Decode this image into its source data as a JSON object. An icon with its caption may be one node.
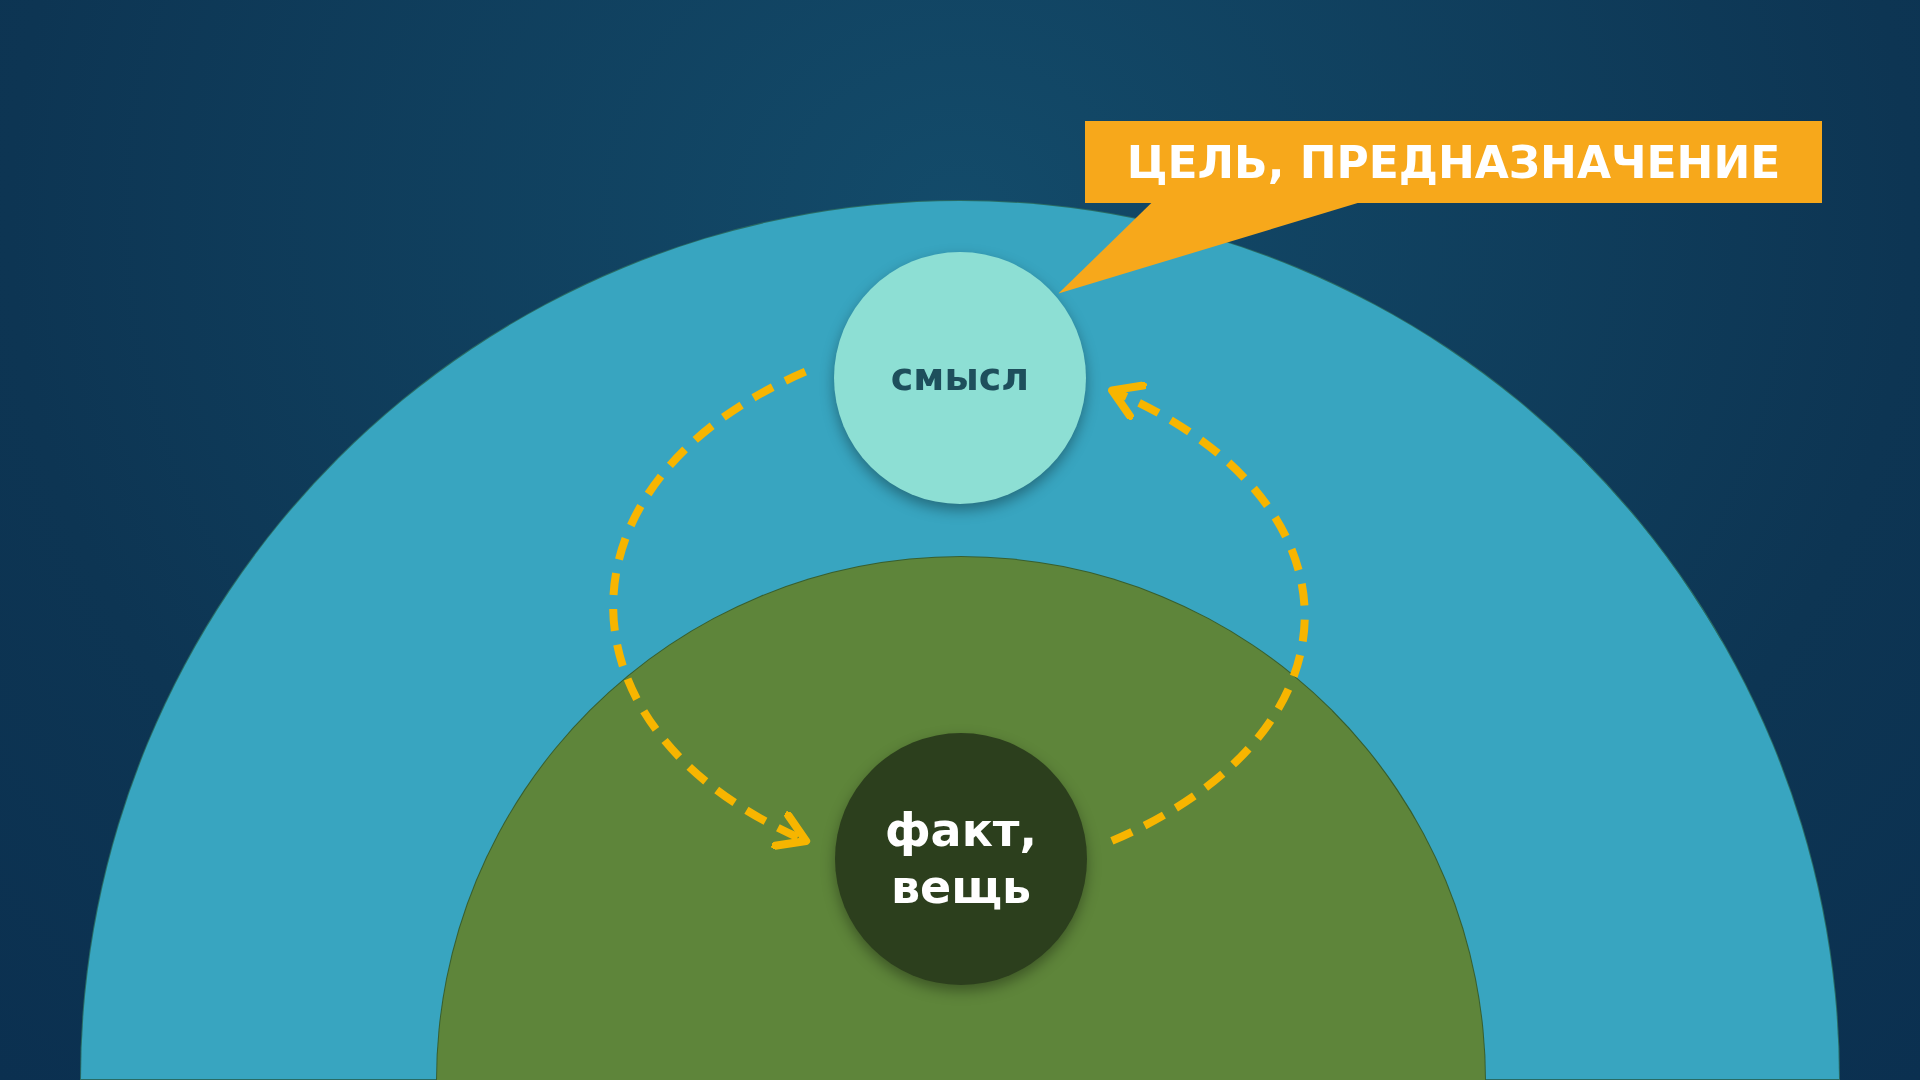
{
  "diagram": {
    "nodes": [
      {
        "text": [],
        "shape": "semicircle"
      },
      {
        "text": [
          "смысл"
        ],
        "in": 0
      },
      {
        "text": [],
        "shape": "semicircle",
        "in": 0
      },
      {
        "text": [
          "факт, вещь"
        ],
        "in": 2
      },
      {
        "text": [
          "ЦЕЛЬ, ПРЕДНАЗНАЧЕНИЕ"
        ]
      }
    ],
    "edges": [
      {
        "from": 1,
        "to": 3,
        "arrow": "to",
        "style": "dashed"
      },
      {
        "from": 3,
        "to": 1,
        "arrow": "to",
        "style": "dashed"
      },
      {
        "from": 4,
        "to": 1,
        "arrow": "none",
        "style": "thick",
        "color": "#f7a81b"
      }
    ]
  }
}
